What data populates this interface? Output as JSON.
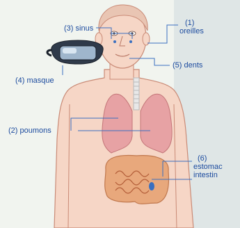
{
  "labels": {
    "sinus": {
      "number": "(3)",
      "text": "sinus"
    },
    "oreilles": {
      "number": "(1)",
      "text": "oreilles"
    },
    "masque": {
      "number": "(4)",
      "text": "masque"
    },
    "dents": {
      "number": "(5)",
      "text": "dents"
    },
    "poumons": {
      "number": "(2)",
      "text": "poumons"
    },
    "digestif": {
      "number": "(6)",
      "line1": "estomac",
      "line2": "intestin"
    }
  },
  "colors": {
    "label_text": "#1b4a9e",
    "leader_line": "#3a6fc0",
    "skin": "#f6d6c6",
    "skin_outline": "#c98a76",
    "lungs": "#e7a2a4",
    "intestine": "#e8a87c",
    "mask": "#2f3a4a",
    "background": "#eef2ec"
  }
}
